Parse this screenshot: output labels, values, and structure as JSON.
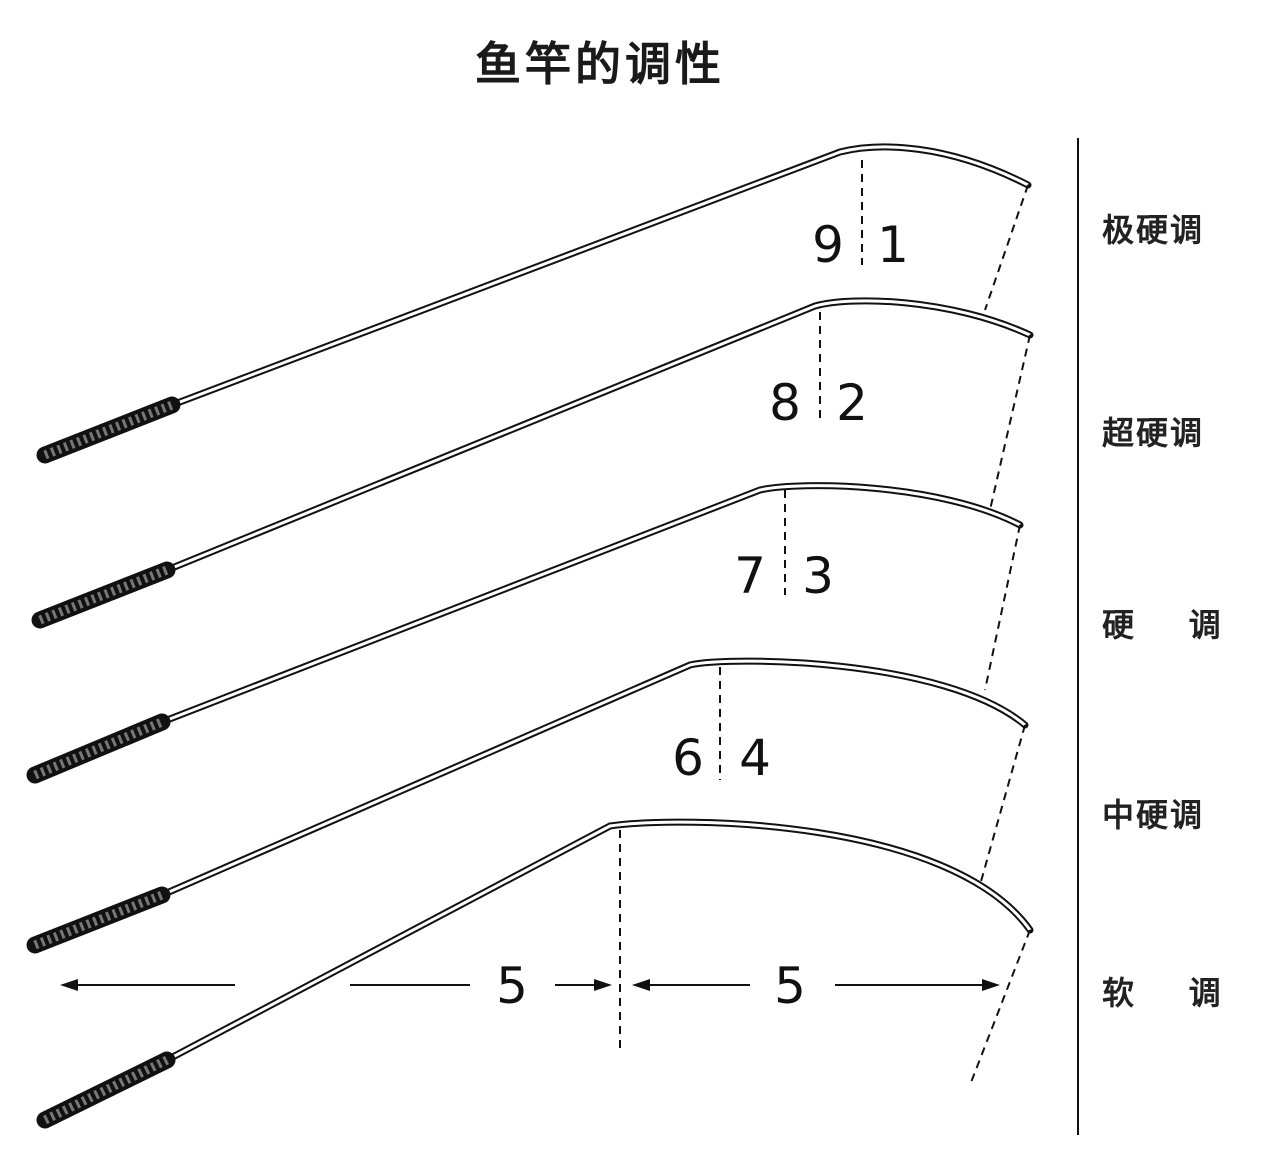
{
  "title": "鱼竿的调性",
  "rods": [
    {
      "label": "极硬调",
      "ratio": [
        "9",
        "1"
      ]
    },
    {
      "label": "超硬调",
      "ratio": [
        "8",
        "2"
      ]
    },
    {
      "label": "硬    调",
      "ratio": [
        "7",
        "3"
      ]
    },
    {
      "label": "中硬调",
      "ratio": [
        "6",
        "4"
      ]
    },
    {
      "label": "软    调",
      "ratio": [
        "5",
        "5"
      ]
    }
  ],
  "colors": {
    "line": "#111111",
    "handle": "#333333"
  }
}
